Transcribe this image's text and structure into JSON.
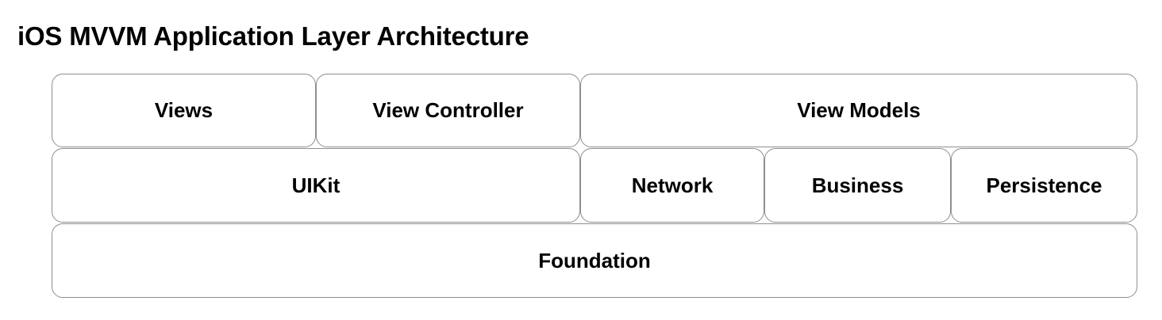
{
  "title": "iOS MVVM Application Layer Architecture",
  "layers": {
    "top": {
      "views": "Views",
      "view_controller": "View Controller",
      "view_models": "View Models"
    },
    "middle": {
      "uikit": "UIKit",
      "network": "Network",
      "business": "Business",
      "persistence": "Persistence"
    },
    "bottom": {
      "foundation": "Foundation"
    }
  },
  "colors": {
    "border": "#8e8e8e",
    "text": "#000000",
    "background": "#ffffff"
  }
}
